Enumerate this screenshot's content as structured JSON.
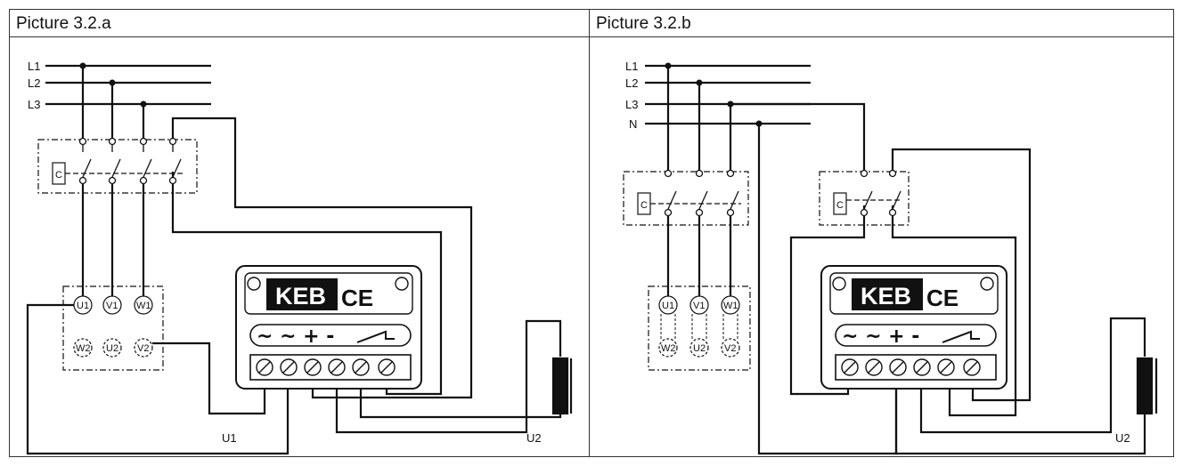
{
  "panels": [
    {
      "title": "Picture 3.2.a",
      "lines": [
        "L1",
        "L2",
        "L3"
      ],
      "contactor": "C",
      "terminals_top": [
        "U1",
        "V1",
        "W1"
      ],
      "terminals_bottom": [
        "W2",
        "U2",
        "V2"
      ],
      "logo": "KEB",
      "mark": "CE",
      "symbols": "~ ~ + -",
      "label_u1": "U1",
      "label_u2": "U2"
    },
    {
      "title": "Picture 3.2.b",
      "lines": [
        "L1",
        "L2",
        "L3",
        "N"
      ],
      "contactor": "C",
      "terminals_top": [
        "U1",
        "V1",
        "W1"
      ],
      "terminals_bottom": [
        "W2",
        "U2",
        "V2"
      ],
      "logo": "KEB",
      "mark": "CE",
      "symbols": "~ ~ + -",
      "label_u2": "U2"
    }
  ]
}
